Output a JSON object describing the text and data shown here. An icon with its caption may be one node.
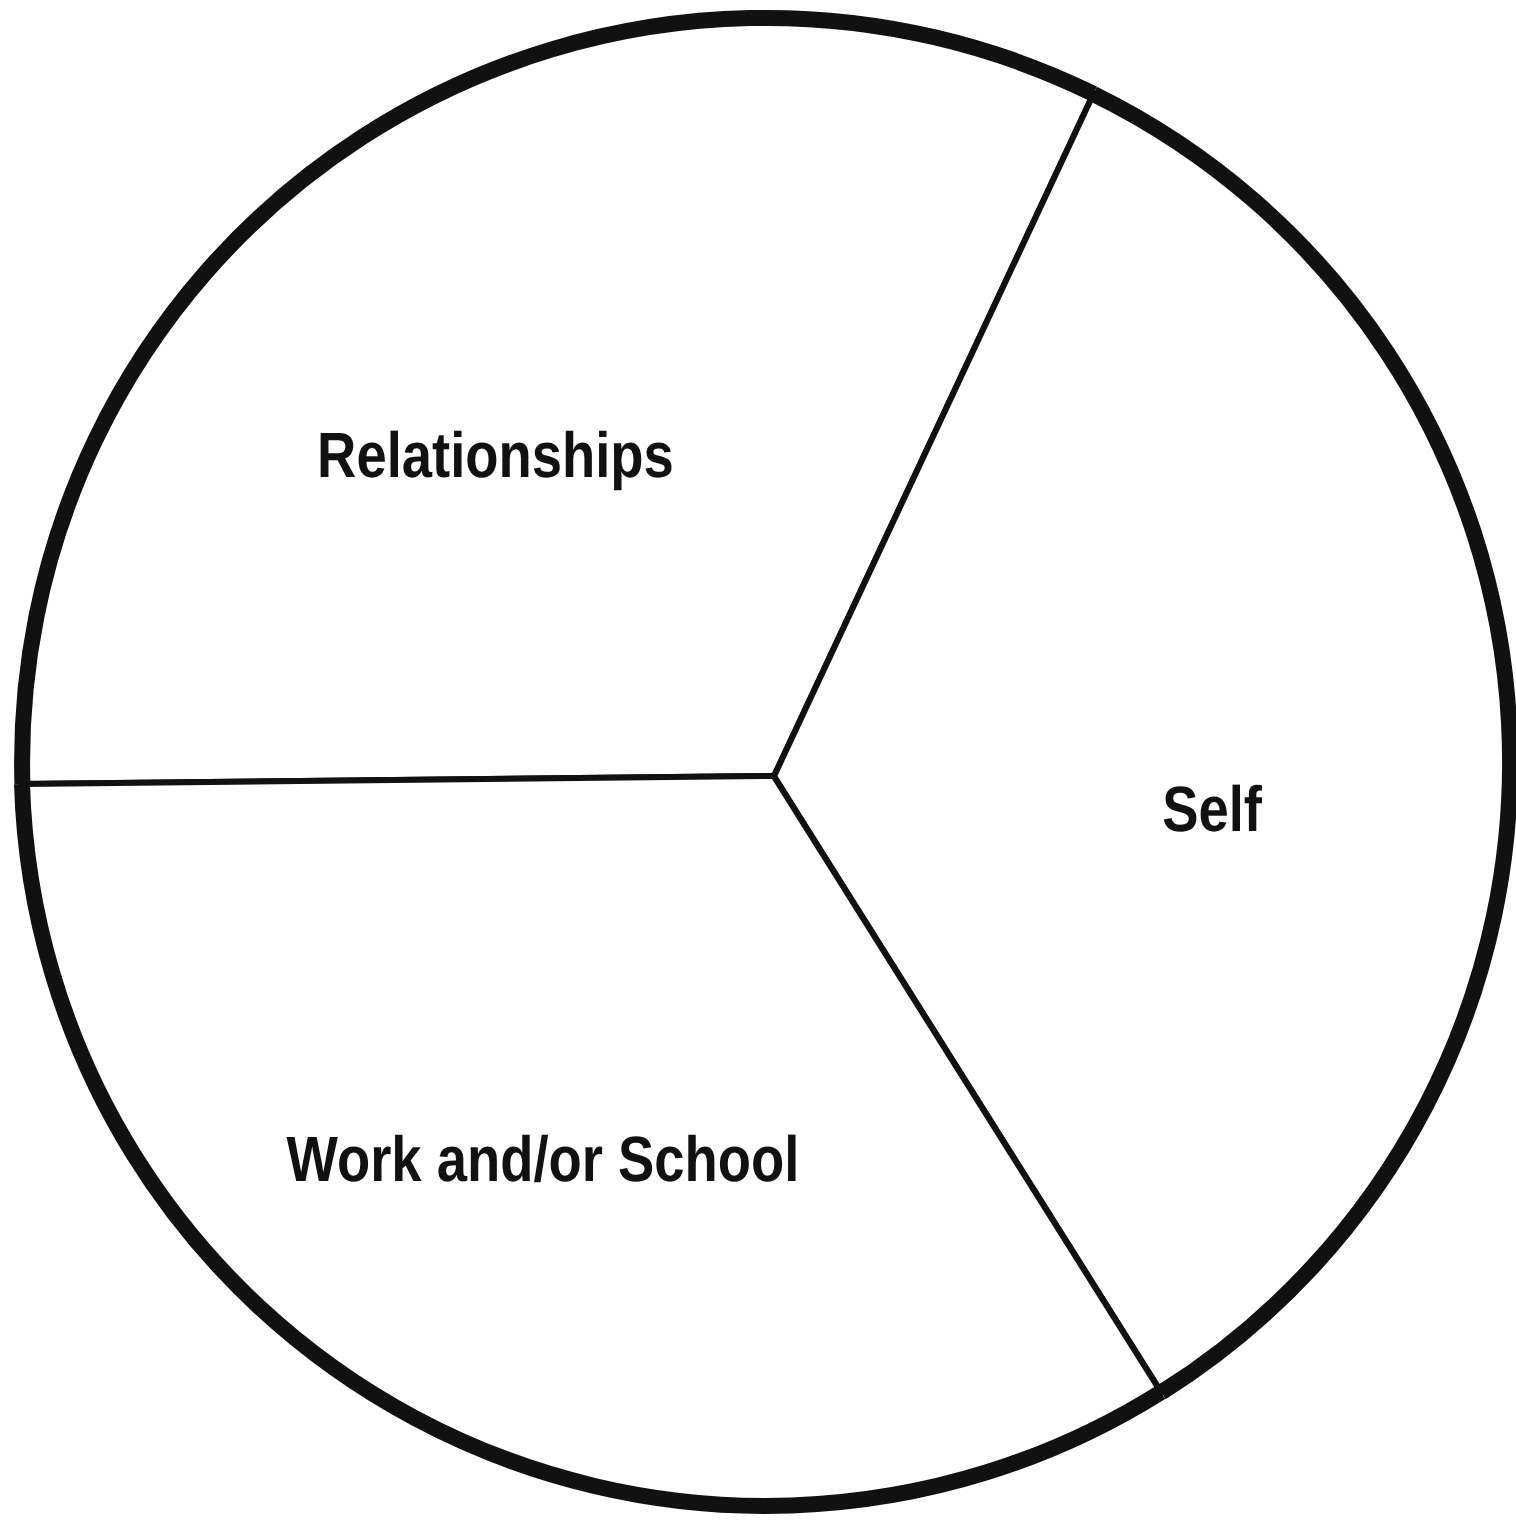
{
  "diagram": {
    "nodes": [
      {
        "text": [
          "Relationships"
        ]
      },
      {
        "text": [
          "Self"
        ]
      },
      {
        "text": [
          "Work and/or School"
        ]
      }
    ]
  }
}
